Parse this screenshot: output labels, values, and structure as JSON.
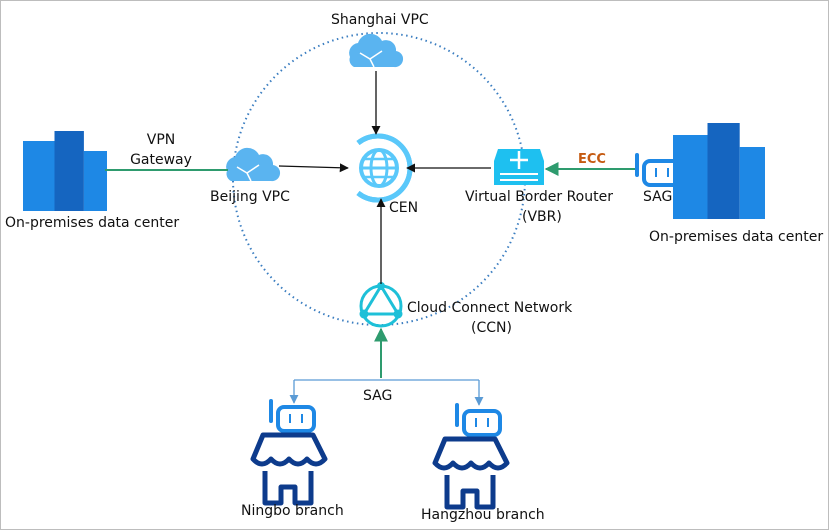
{
  "labels": {
    "shanghai_vpc": "Shanghai VPC",
    "vpn_gateway_line1": "VPN",
    "vpn_gateway_line2": "Gateway",
    "beijing_vpc": "Beijing VPC",
    "cen": "CEN",
    "vbr_line1": "Virtual Border Router",
    "vbr_line2": "(VBR)",
    "ecc": "ECC",
    "sag_right": "SAG",
    "onprem_left": "On-premises data center",
    "onprem_right": "On-premises data center",
    "ccn_line1": "Cloud Connect Network",
    "ccn_line2": "(CCN)",
    "sag_bottom": "SAG",
    "ningbo": "Ningbo branch",
    "hangzhou": "Hangzhou branch"
  },
  "colors": {
    "icon_blue": "#1e88e5",
    "icon_light": "#4fc3f7",
    "navy": "#0d3b8c",
    "green_line": "#2e9b6e",
    "ecc_orange": "#c55a11",
    "dotted_circle": "#3a7dc0"
  }
}
